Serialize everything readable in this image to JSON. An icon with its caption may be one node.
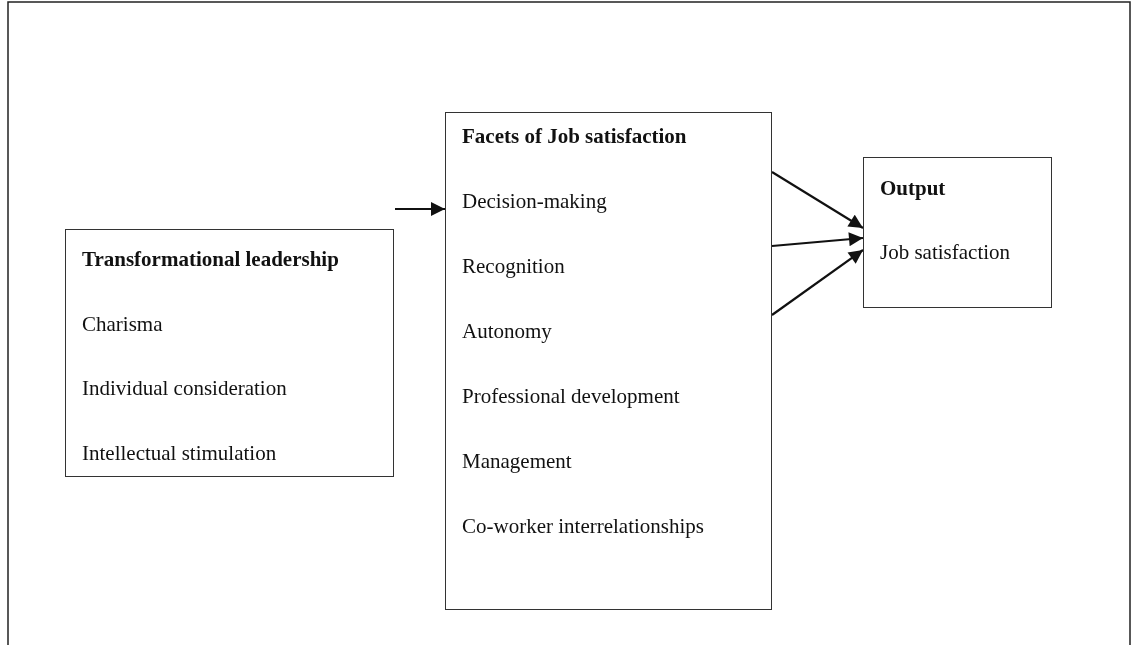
{
  "diagram": {
    "nodes": [
      {
        "text": [
          "Transformational leadership",
          "Charisma",
          "Individual consideration",
          "Intellectual stimulation"
        ]
      },
      {
        "text": [
          "Facets of Job satisfaction",
          "Decision-making",
          "Recognition",
          "Autonomy",
          "Professional development",
          "Management",
          "Co-worker interrelationships"
        ]
      },
      {
        "text": [
          "Output",
          "Job satisfaction"
        ]
      }
    ],
    "edges": [
      {
        "from": null,
        "to": 1,
        "arrow": "to"
      },
      {
        "from": 1,
        "to": 2,
        "arrow": "to"
      },
      {
        "from": 1,
        "to": 2,
        "arrow": "to"
      },
      {
        "from": 1,
        "to": 2,
        "arrow": "to"
      }
    ]
  }
}
